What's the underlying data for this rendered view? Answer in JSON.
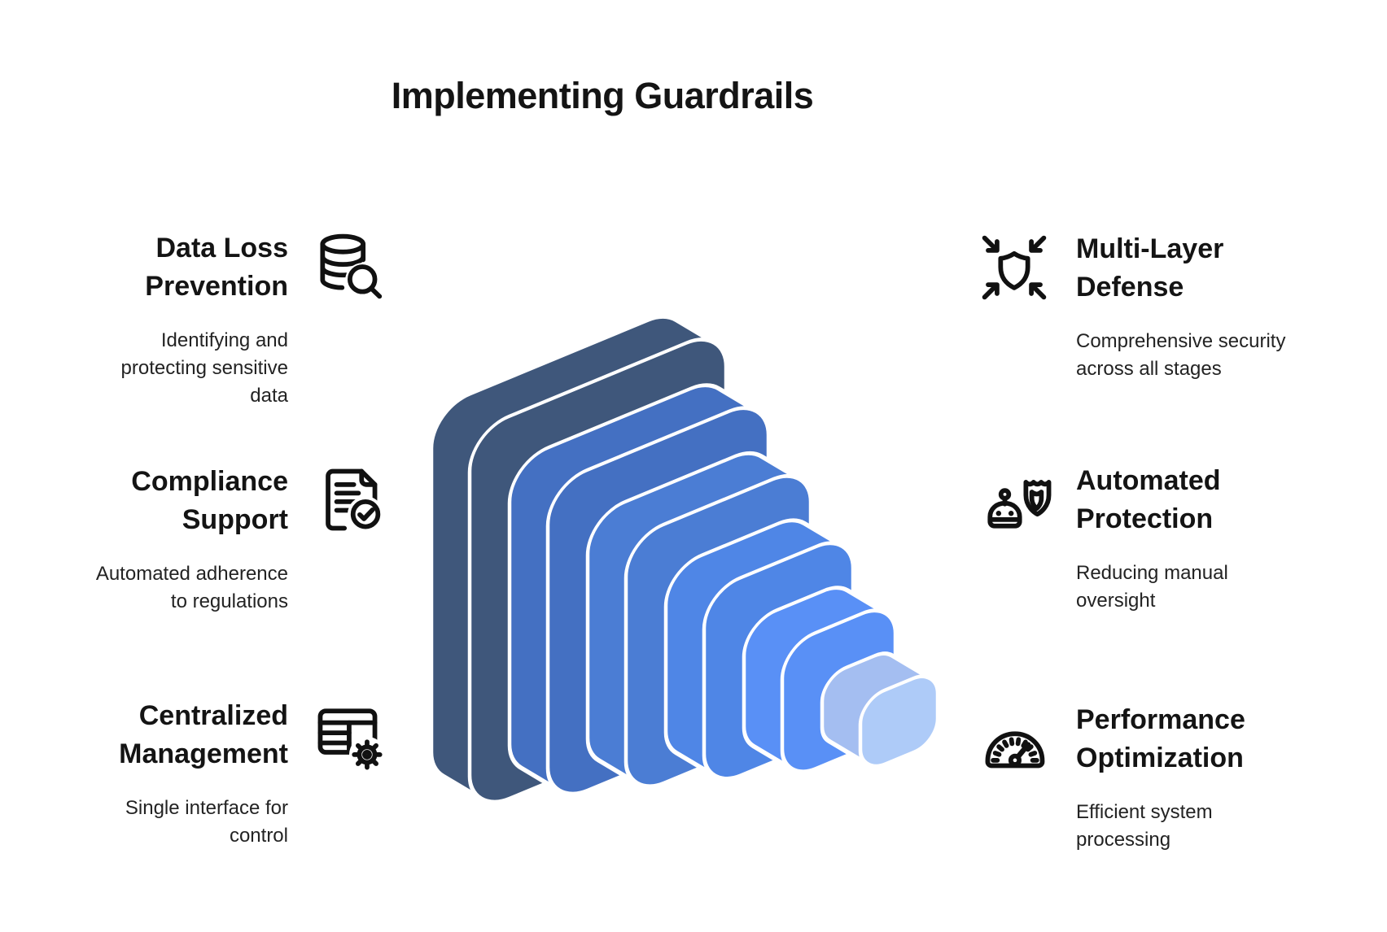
{
  "title": "Implementing Guardrails",
  "features": {
    "left": [
      {
        "id": "data-loss-prevention",
        "title_lines": [
          "Data Loss",
          "Prevention"
        ],
        "desc_lines": [
          "Identifying and",
          "protecting sensitive",
          "data"
        ],
        "icon": "database-search-icon"
      },
      {
        "id": "compliance-support",
        "title_lines": [
          "Compliance",
          "Support"
        ],
        "desc_lines": [
          "Automated adherence",
          "to regulations"
        ],
        "icon": "document-check-icon"
      },
      {
        "id": "centralized-management",
        "title_lines": [
          "Centralized",
          "Management"
        ],
        "desc_lines": [
          "Single interface for",
          "control"
        ],
        "icon": "table-gear-icon"
      }
    ],
    "right": [
      {
        "id": "multi-layer-defense",
        "title_lines": [
          "Multi-Layer",
          "Defense"
        ],
        "desc_lines": [
          "Comprehensive security",
          "across all stages"
        ],
        "icon": "shield-converge-icon"
      },
      {
        "id": "automated-protection",
        "title_lines": [
          "Automated",
          "Protection"
        ],
        "desc_lines": [
          "Reducing manual",
          "oversight"
        ],
        "icon": "robot-shield-icon"
      },
      {
        "id": "performance-optimization",
        "title_lines": [
          "Performance",
          "Optimization"
        ],
        "desc_lines": [
          "Efficient system",
          "processing"
        ],
        "icon": "gauge-icon"
      }
    ]
  },
  "stack": {
    "layers": [
      {
        "name": "layer-1",
        "color": "#3F577B",
        "front_color": "#3F577B"
      },
      {
        "name": "layer-2",
        "color": "#4470C2",
        "front_color": "#4470C2"
      },
      {
        "name": "layer-3",
        "color": "#4B7DD4",
        "front_color": "#4B7DD4"
      },
      {
        "name": "layer-4",
        "color": "#4F86E6",
        "front_color": "#4F86E6"
      },
      {
        "name": "layer-5",
        "color": "#5990F6",
        "front_color": "#5990F6"
      },
      {
        "name": "layer-6",
        "color": "#A4BEF1",
        "front_color": "#AECBF8"
      }
    ]
  },
  "colors": {
    "background": "#ffffff",
    "text_primary": "#141414",
    "text_secondary": "#232323",
    "icon_stroke": "#111111",
    "stack_stroke": "#ffffff"
  }
}
